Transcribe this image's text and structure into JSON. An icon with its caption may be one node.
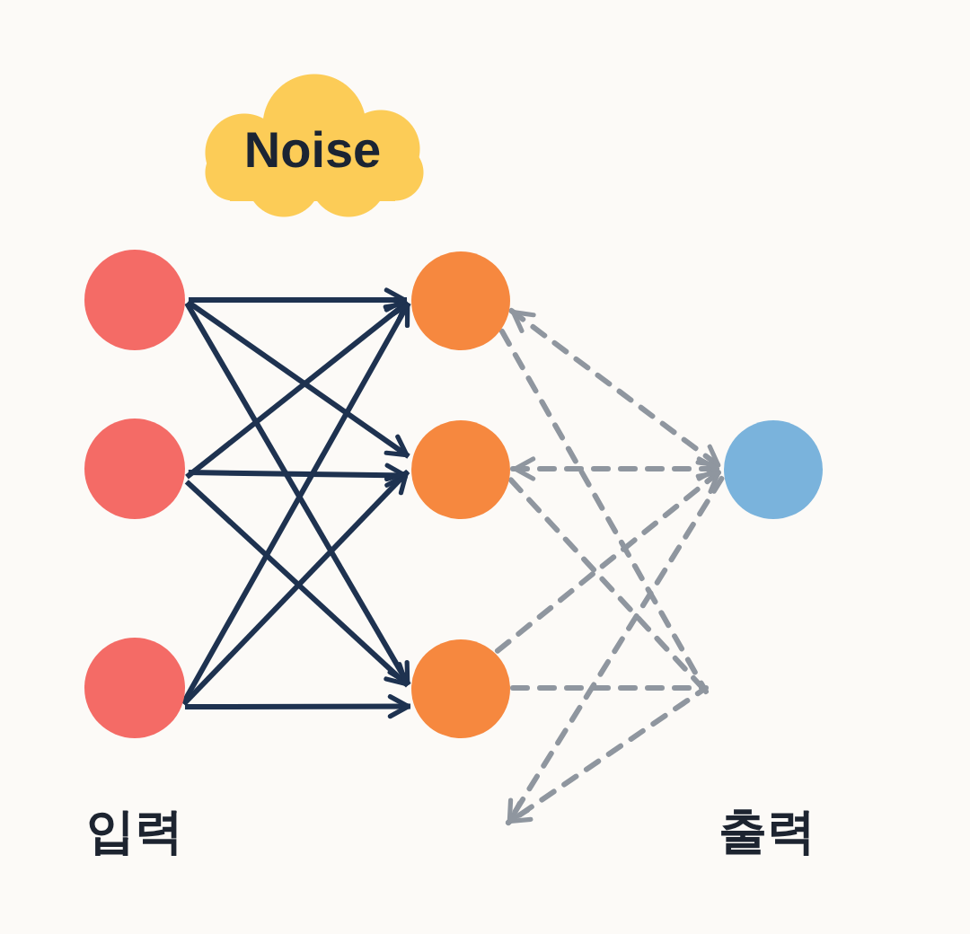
{
  "diagram": {
    "nodes": [
      {
        "text": [
          "Noise"
        ]
      },
      {
        "text": [],
        "shape": "circle"
      },
      {
        "text": [],
        "shape": "circle"
      },
      {
        "text": [],
        "shape": "circle"
      },
      {
        "text": [],
        "shape": "circle"
      },
      {
        "text": [],
        "shape": "circle"
      },
      {
        "text": [],
        "shape": "circle"
      },
      {
        "text": [],
        "shape": "circle"
      }
    ],
    "edges": [
      {
        "from": 1,
        "to": 4,
        "arrow": "to"
      },
      {
        "from": 1,
        "to": 5,
        "arrow": "to"
      },
      {
        "from": 1,
        "to": 6,
        "arrow": "to"
      },
      {
        "from": 2,
        "to": 4,
        "arrow": "to"
      },
      {
        "from": 2,
        "to": 5,
        "arrow": "to"
      },
      {
        "from": 2,
        "to": 6,
        "arrow": "to"
      },
      {
        "from": 3,
        "to": 4,
        "arrow": "to"
      },
      {
        "from": 3,
        "to": 5,
        "arrow": "to"
      },
      {
        "from": 3,
        "to": 6,
        "arrow": "to"
      },
      {
        "from": 4,
        "to": 7,
        "arrow": "both",
        "style": "dashed",
        "color": "#8f969f"
      },
      {
        "from": 4,
        "to": null,
        "arrow": "none",
        "style": "dashed",
        "color": "#8f969f"
      },
      {
        "from": 5,
        "to": 7,
        "arrow": "both",
        "style": "dashed",
        "color": "#8f969f"
      },
      {
        "from": 5,
        "to": null,
        "arrow": "none",
        "style": "dashed",
        "color": "#8f969f"
      },
      {
        "from": 6,
        "to": 7,
        "arrow": "to",
        "style": "dashed",
        "color": "#8f969f"
      },
      {
        "from": 6,
        "to": null,
        "arrow": "to",
        "style": "dashed",
        "color": "#8f969f"
      },
      {
        "from": 7,
        "to": null,
        "arrow": "to",
        "style": "dashed",
        "color": "#8f969f"
      }
    ],
    "labels": [
      "입력",
      "출력"
    ]
  }
}
